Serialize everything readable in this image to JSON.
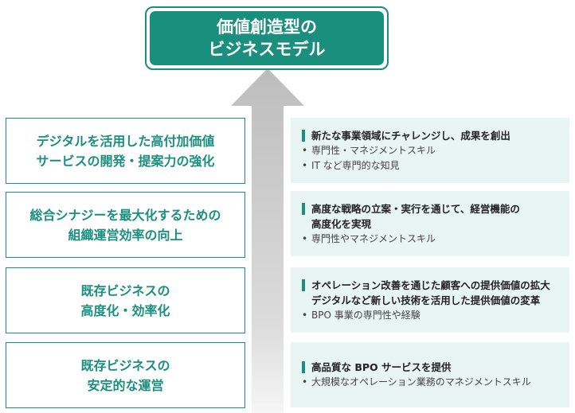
{
  "goal": {
    "lines": [
      "価値創造型の",
      "ビジネスモデル"
    ]
  },
  "colors": {
    "accent": "#1a8f7e",
    "panel_bg": "#e9f5f3",
    "arrow": "#c4c4c4"
  },
  "steps": [
    {
      "lines": [
        "デジタルを活用した高付加価値",
        "サービスの開発・提案力の強化"
      ],
      "headlines": [
        "新たな事業領域にチャレンジし、成果を創出"
      ],
      "bullets": [
        "専門性・マネジメントスキル",
        "IT など専門的な知見"
      ]
    },
    {
      "lines": [
        "総合シナジーを最大化するための",
        "組織運営効率の向上"
      ],
      "headlines": [
        "高度な戦略の立案・実行を通じて、経営機能の",
        "高度化を実現"
      ],
      "bullets": [
        "専門性やマネジメントスキル"
      ]
    },
    {
      "lines": [
        "既存ビジネスの",
        "高度化・効率化"
      ],
      "headlines": [
        "オペレーション改善を通じた顧客への提供価値の拡大",
        "デジタルなど新しい技術を活用した提供価値の変革"
      ],
      "bullets": [
        "BPO 事業の専門性や経験"
      ]
    },
    {
      "lines": [
        "既存ビジネスの",
        "安定的な運営"
      ],
      "headlines": [
        "高品質な BPO サービスを提供"
      ],
      "bullets": [
        "大規模なオペレーション業務のマネジメントスキル"
      ]
    }
  ],
  "bullet_char": "•"
}
